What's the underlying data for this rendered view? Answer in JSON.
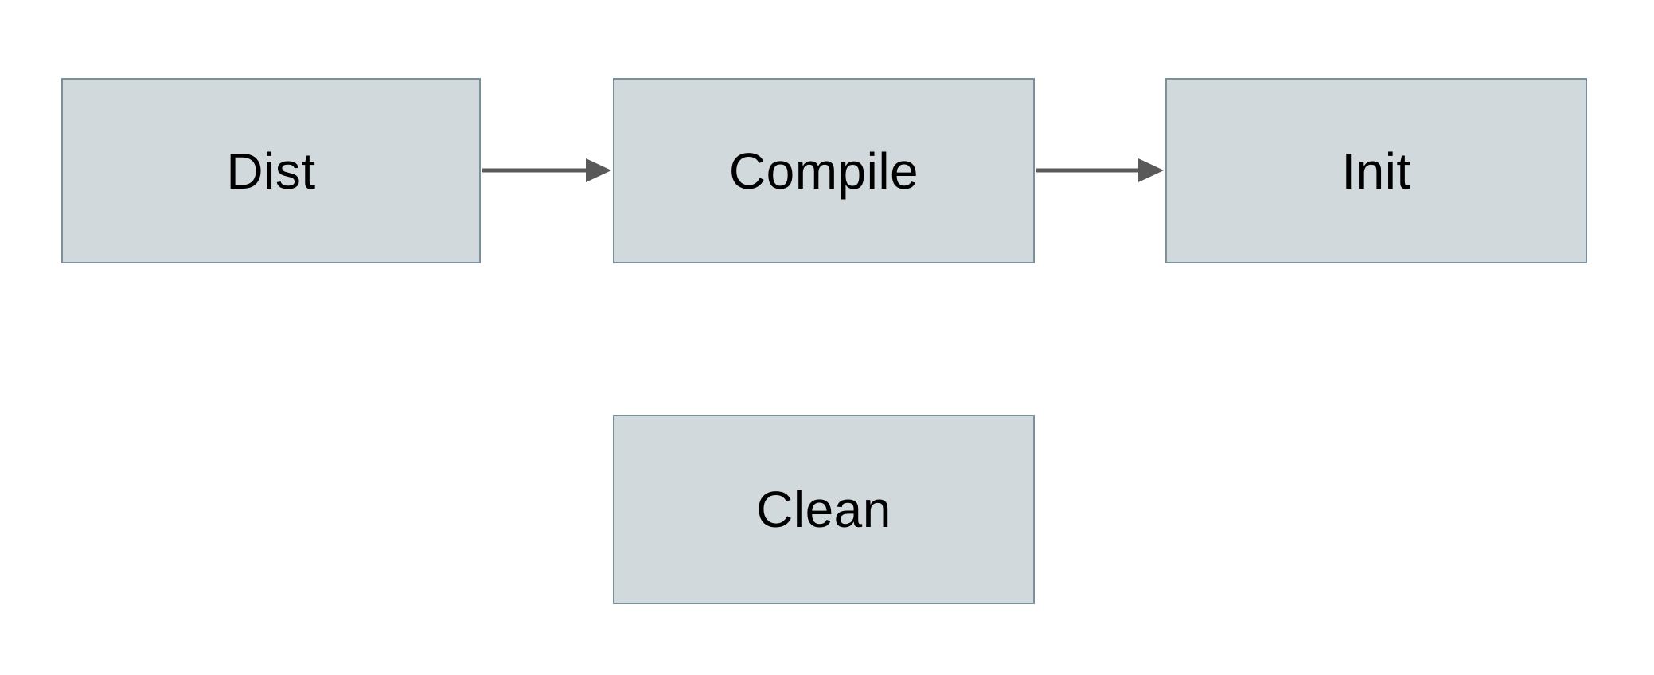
{
  "diagram": {
    "title": "",
    "nodes": [
      {
        "id": "dist",
        "label": "Dist"
      },
      {
        "id": "compile",
        "label": "Compile"
      },
      {
        "id": "init",
        "label": "Init"
      },
      {
        "id": "clean",
        "label": "Clean"
      }
    ],
    "edges": [
      {
        "from": "dist",
        "to": "compile"
      },
      {
        "from": "compile",
        "to": "init"
      }
    ],
    "colors": {
      "background": "#ffffff",
      "node_fill": "#d2d9dc",
      "node_border": "#7a909b",
      "arrow": "#595959",
      "text": "#000000"
    }
  }
}
